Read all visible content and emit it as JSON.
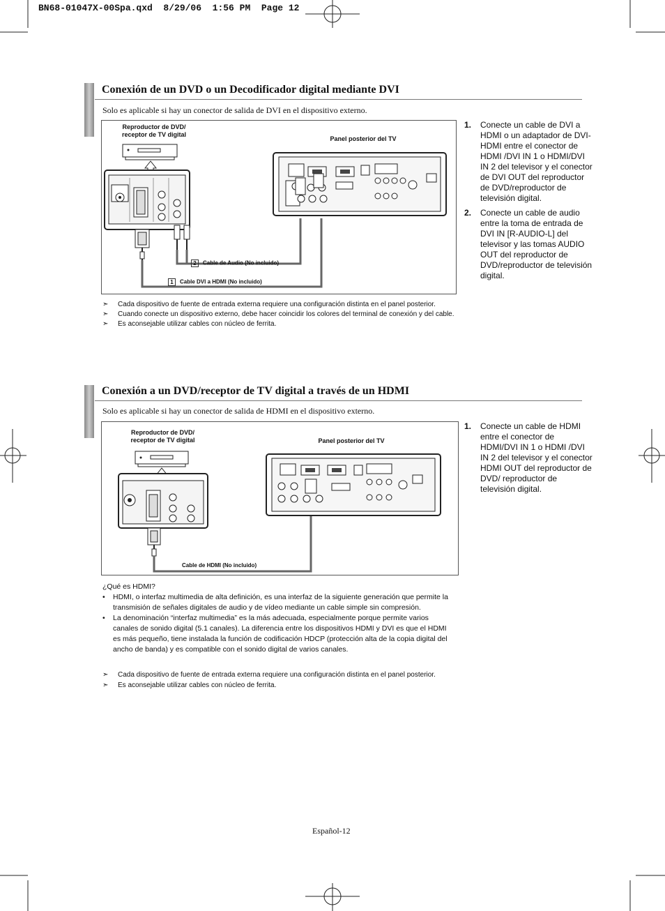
{
  "header": {
    "text": "BN68-01047X-00Spa.qxd  8/29/06  1:56 PM  Page 12"
  },
  "section1": {
    "title": "Conexión de un DVD o un Decodificador digital mediante DVI",
    "intro": "Solo es aplicable si hay un conector de salida de DVI en el dispositivo externo.",
    "diagram": {
      "device_label": "Reproductor de DVD/\nreceptor de TV digital",
      "panel_label": "Panel posterior del TV",
      "cable2_num": "2",
      "cable2_label": "Cable de Audio (No incluido)",
      "cable1_num": "1",
      "cable1_label": "Cable DVI a HDMI (No incluido)"
    },
    "steps": [
      {
        "num": "1.",
        "text": "Conecte un cable de DVI a HDMI o un adaptador de DVI-HDMI entre el conector de HDMI /DVI IN 1 o HDMI/DVI IN 2 del televisor y el conector de DVI OUT del reproductor de DVD/reproductor de televisión digital."
      },
      {
        "num": "2.",
        "text": "Conecte un cable de audio entre la toma de entrada de DVI IN [R-AUDIO-L] del televisor y las tomas AUDIO OUT del reproductor de DVD/reproductor de televisión digital."
      }
    ],
    "notes": [
      "Cada dispositivo de fuente de entrada externa requiere una configuración distinta en el panel posterior.",
      "Cuando conecte un dispositivo externo, debe hacer coincidir los colores del terminal de conexión y del cable.",
      "Es aconsejable utilizar cables con núcleo de ferrita."
    ]
  },
  "section2": {
    "title": "Conexión a un DVD/receptor de TV digital a través de un HDMI",
    "intro": "Solo es aplicable si hay un conector de salida de HDMI en el dispositivo externo.",
    "diagram": {
      "device_label": "Reproductor de DVD/\nreceptor de TV digital",
      "panel_label": "Panel posterior del TV",
      "cable_label": "Cable de HDMI (No incluido)"
    },
    "steps": [
      {
        "num": "1.",
        "text": "Conecte un cable de HDMI entre el conector de HDMI/DVI IN 1 o HDMI /DVI IN 2 del televisor y el conector HDMI OUT del reproductor de DVD/ reproductor de televisión digital."
      }
    ],
    "what_is": "¿Qué es HDMI?",
    "bullets": [
      "HDMI, o interfaz multimedia de alta definición, es una interfaz de la siguiente generación que permite la transmisión de señales digitales de audio y de vídeo mediante un cable simple sin compresión.",
      "La denominación “interfaz multimedia” es la más adecuada, especialmente porque permite varios canales de sonido digital (5.1 canales). La diferencia entre los dispositivos HDMI y DVI es que el HDMI es más pequeño, tiene instalada la función de codificación HDCP (protección alta de la copia digital del ancho de banda) y es compatible con el sonido digital de varios canales."
    ],
    "notes": [
      "Cada dispositivo de fuente de entrada externa requiere una configuración distinta en el panel posterior.",
      "Es aconsejable utilizar cables con núcleo de ferrita."
    ]
  },
  "note_symbol": "➣",
  "bullet_symbol": "•",
  "footer": {
    "page": "Español-12"
  }
}
